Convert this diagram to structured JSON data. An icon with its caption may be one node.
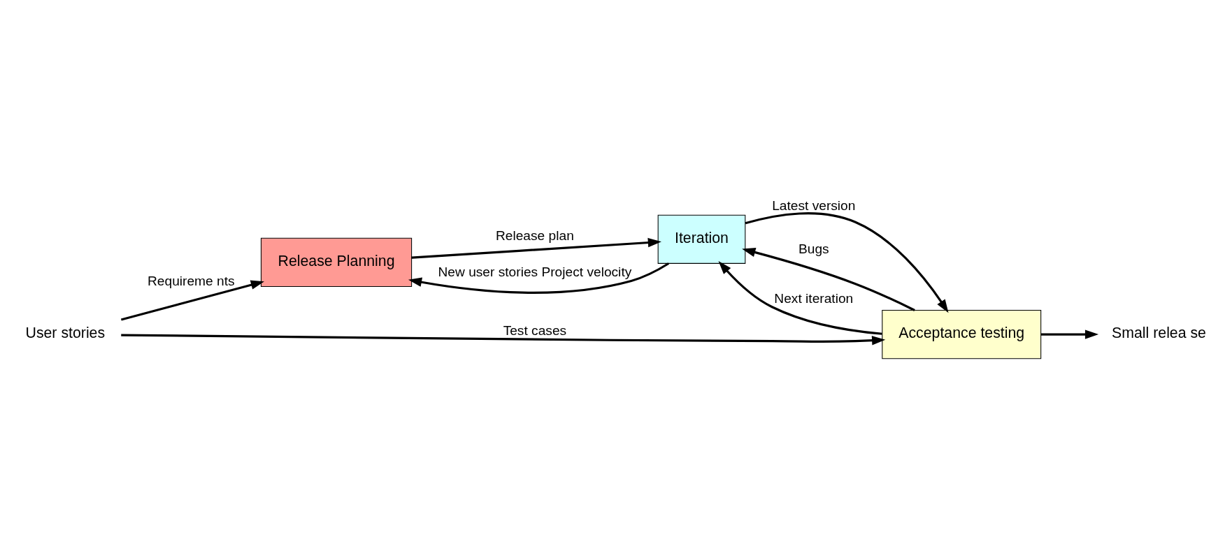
{
  "diagram": {
    "nodes": [
      {
        "text": [
          "User stories"
        ]
      },
      {
        "text": [
          "Release Planning"
        ]
      },
      {
        "text": [
          "Iteration"
        ]
      },
      {
        "text": [
          "Acceptance testing"
        ]
      },
      {
        "text": [
          "Small relea se"
        ]
      }
    ],
    "edges": [
      {
        "from": 0,
        "to": 1,
        "arrow": "to",
        "label": "Requireme nts"
      },
      {
        "from": 1,
        "to": 2,
        "arrow": "to",
        "label": "Release plan"
      },
      {
        "from": 2,
        "to": 3,
        "arrow": "to",
        "label": "Latest version"
      },
      {
        "from": 3,
        "to": 4,
        "arrow": "to"
      },
      {
        "from": 2,
        "to": 1,
        "arrow": "to",
        "label": "New user stories Project velocity"
      },
      {
        "from": 3,
        "to": 2,
        "arrow": "to",
        "label": "Bugs"
      },
      {
        "from": 3,
        "to": 2,
        "arrow": "to",
        "label": "Next iteration"
      },
      {
        "from": 0,
        "to": 3,
        "arrow": "to",
        "label": "Test cases"
      }
    ]
  }
}
